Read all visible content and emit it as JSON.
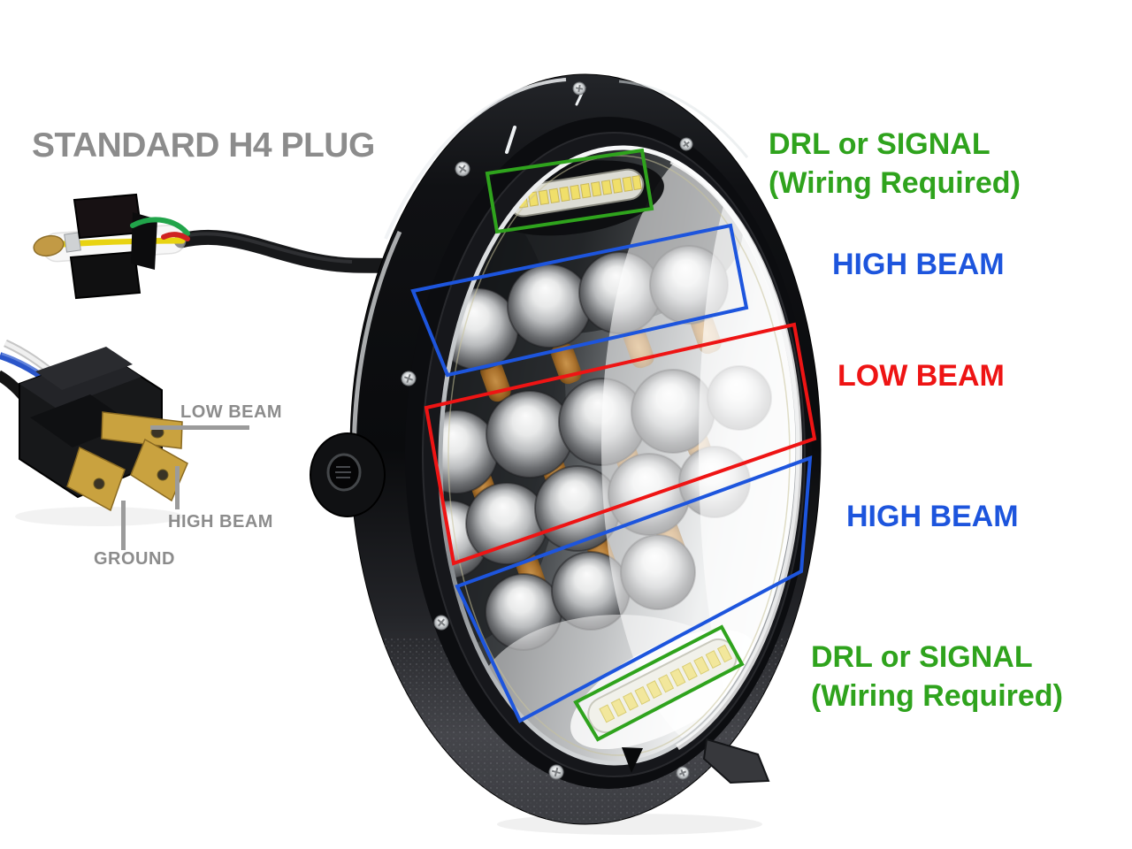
{
  "title": "STANDARD H4 PLUG",
  "colors": {
    "green": "#2fa31d",
    "blue": "#1d55dd",
    "red": "#ee1414",
    "gray_text": "#8c8c8c",
    "callout_line": "#9b9b9b"
  },
  "annotations": {
    "drl_top": {
      "line1": "DRL or SIGNAL",
      "line2": "(Wiring Required)",
      "color": "#2fa31d"
    },
    "high_beam_top": {
      "label": "HIGH BEAM",
      "color": "#1d55dd"
    },
    "low_beam": {
      "label": "LOW BEAM",
      "color": "#ee1414"
    },
    "high_beam_bottom": {
      "label": "HIGH BEAM",
      "color": "#1d55dd"
    },
    "drl_bottom": {
      "line1": "DRL or SIGNAL",
      "line2": "(Wiring Required)",
      "color": "#2fa31d"
    }
  },
  "plug_callouts": {
    "low_beam": "LOW BEAM",
    "high_beam": "HIGH BEAM",
    "ground": "GROUND"
  }
}
